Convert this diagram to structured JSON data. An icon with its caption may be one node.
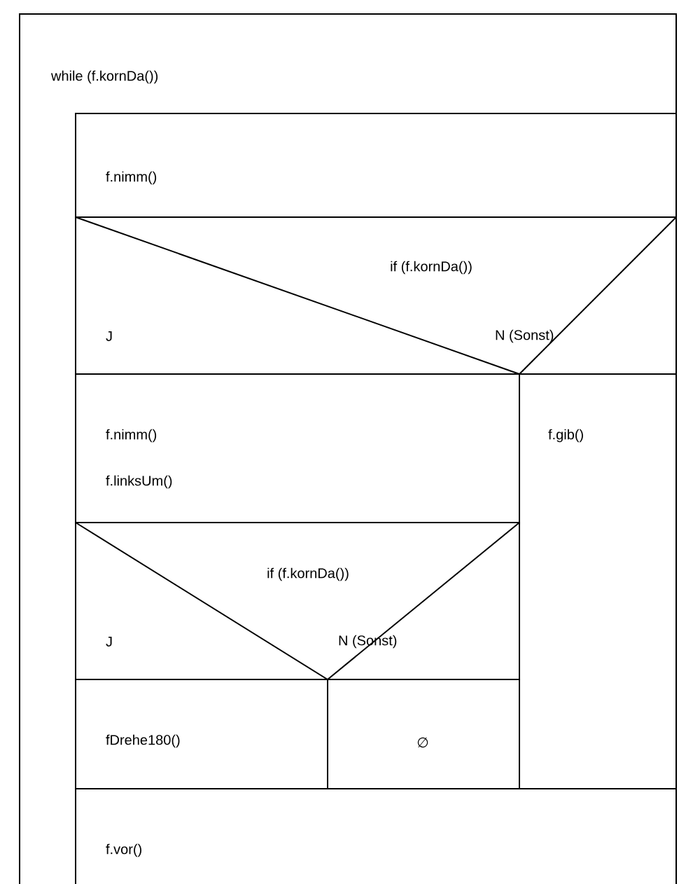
{
  "diagram": {
    "nodes": [
      {
        "text": [
          "while (f.kornDa())"
        ]
      },
      {
        "text": [
          "f.nimm()"
        ],
        "in": 0
      },
      {
        "text": [
          "if (f.kornDa())",
          "J",
          "N (Sonst)"
        ],
        "in": 0
      },
      {
        "text": [
          "f.nimm()",
          "f.linksUm()"
        ],
        "in": 0
      },
      {
        "text": [
          "if (f.kornDa())",
          "J",
          "N (Sonst)"
        ],
        "in": 0
      },
      {
        "text": [
          "fDrehe180()"
        ],
        "in": 0
      },
      {
        "text": [
          "∅"
        ],
        "in": 0
      },
      {
        "text": [
          "f.gib()"
        ],
        "in": 0
      },
      {
        "text": [
          "f.vor()"
        ],
        "in": 0
      }
    ]
  }
}
